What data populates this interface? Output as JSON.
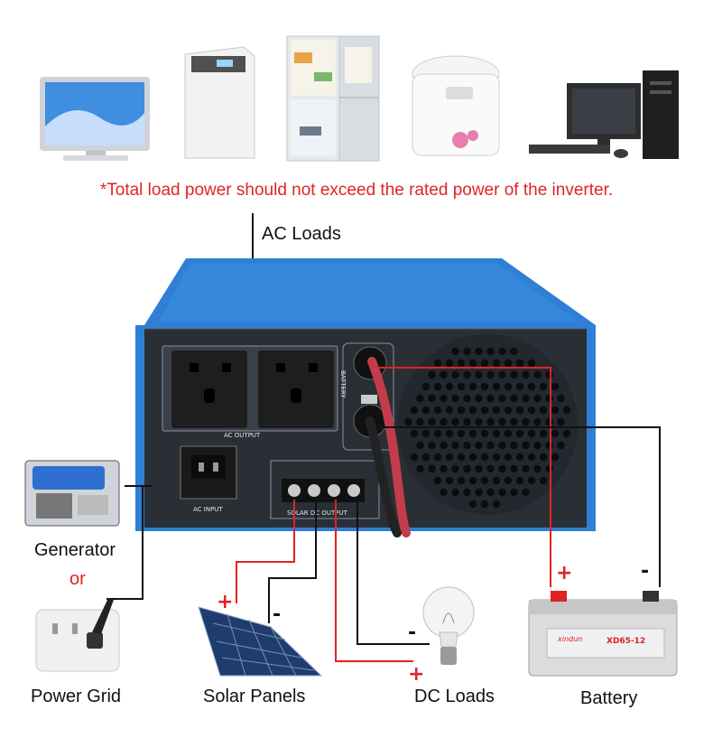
{
  "warning": "*Total load power should not exceed the rated power of the inverter.",
  "labels": {
    "ac_loads": "AC Loads",
    "generator": "Generator",
    "or": "or",
    "power_grid": "Power Grid",
    "solar_panels": "Solar Panels",
    "dc_loads": "DC Loads",
    "battery": "Battery"
  },
  "panel_text": {
    "ac_output": "AC OUTPUT",
    "ac_input": "AC INPUT",
    "battery": "BATTERY",
    "solar_dc": "SOLAR  DC OUTPUT"
  },
  "battery_text": {
    "brand": "xindun",
    "model": "XD65-12"
  },
  "signs": {
    "plus": "+",
    "minus": "-"
  },
  "colors": {
    "positive_wire": "#e02424",
    "negative_wire": "#111111",
    "inverter_blue": "#2f7fd6",
    "panel_dark": "#2a2f36"
  }
}
